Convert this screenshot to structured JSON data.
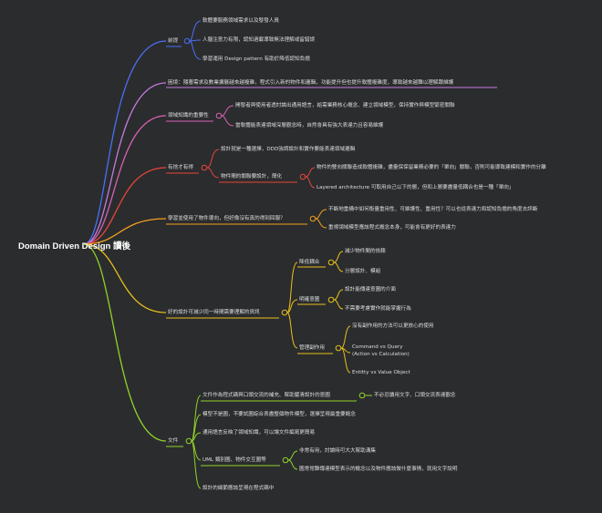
{
  "root": "Domain Driven Design 讀後",
  "branches": {
    "b1": {
      "label": "前提",
      "children": {
        "c1": "軟體要服務領域需求以及發發人員",
        "c2": "人腦注意力有限，認知過載導致無法理解或留錯誤",
        "c3": "學習運用 Design pattern 有助於降低認知負擔"
      }
    },
    "b2": {
      "label": "困境：隨著需求及數業擴展越來越複雜，程式引入新的物件和邏輯，功能提升但也提升軟體複雜度，導致越來越難以理解跟維護"
    },
    "b3": {
      "label": "領域知識的重要性",
      "children": {
        "c1": "開發者與使用者透討論出通用語言，給需業務核心概念、建立領域模型，保持實作與模型緊密關聯",
        "c2": "當軟體能表達領域深層觀念時，自然會具有強大表達力且容易維護"
      }
    },
    "b4": {
      "label": "有捨才有得",
      "children": {
        "c1": "設計就是一種選擇，DDD強調設計和實作要能表達領域邏輯",
        "c2": {
          "label": "物件間的關聯要設計，簡化",
          "children": {
            "d1": "物件的雙向關聯造成軟體複雜，盡量保保留業務必要的「單向」關聯，否則可能導致建模和實作的分離",
            "d2": "Layered architecture 可取用自己以下的層，但和上層要盡量低耦合也是一種「單向」"
          }
        }
      }
    },
    "b5": {
      "label": "學習並使用了物件導向，但好像沒有真的得到回報？",
      "children": {
        "c1": "不斷地重構中如何衡量重用性、可維護性、重用性？可以也從表達力和認知負擔的角度去評斷",
        "c2": "重視領域模型應該程式概念本身，可能會有更好的表達力"
      }
    },
    "b6": {
      "label": "好的設計可減少同一時間需要理解的資訊",
      "children": {
        "c1": {
          "label": "降低耦合",
          "children": {
            "d1": "減少物件間的依賴",
            "d2": "分層設計、模組"
          }
        },
        "c2": {
          "label": "明確意圖",
          "children": {
            "d1": "設計能傳達意圖的介面",
            "d2": "不需要考慮實作就能掌握行為"
          }
        },
        "c3": {
          "label": "管理副作用",
          "children": {
            "d1": "沒有副作用的方法可以更放心的使用",
            "d2": "Command vs Query (Action vs Calculation)",
            "d3": "Entitty vs Value Object"
          }
        }
      }
    },
    "b7": {
      "label": "文件",
      "children": {
        "c1": {
          "label": "文件作為程式碼與口頭交流的補充、幫助釐清設計的意圖",
          "children": {
            "d1": "不必忍讀用文字、口頭交流表達觀念"
          }
        },
        "c2": "模型不是圖，不要試圖綜合表盡整個物件模型，選擇呈現最重要概念",
        "c3": "通用語言反映了領域知識，可以讓文件編寫更簡易",
        "c4": {
          "label": "UML 類別圖、物件交互圖等",
          "children": {
            "d1": "非常有用，討論時可大大幫助溝集",
            "d2": "圖常常難傳達模型表示的概念以及物件應該做什麼事情，就用文字說明"
          }
        },
        "c5": "設計的細節應該呈現在程式碼中"
      }
    }
  },
  "colors": {
    "background": "#2b2c2e",
    "b1": "#4a6ff5",
    "b2": "#c57be0",
    "b3": "#d862b4",
    "b4": "#e8453b",
    "b5": "#f0a020",
    "b6": "#e8c01a",
    "b7": "#8fd32a"
  }
}
